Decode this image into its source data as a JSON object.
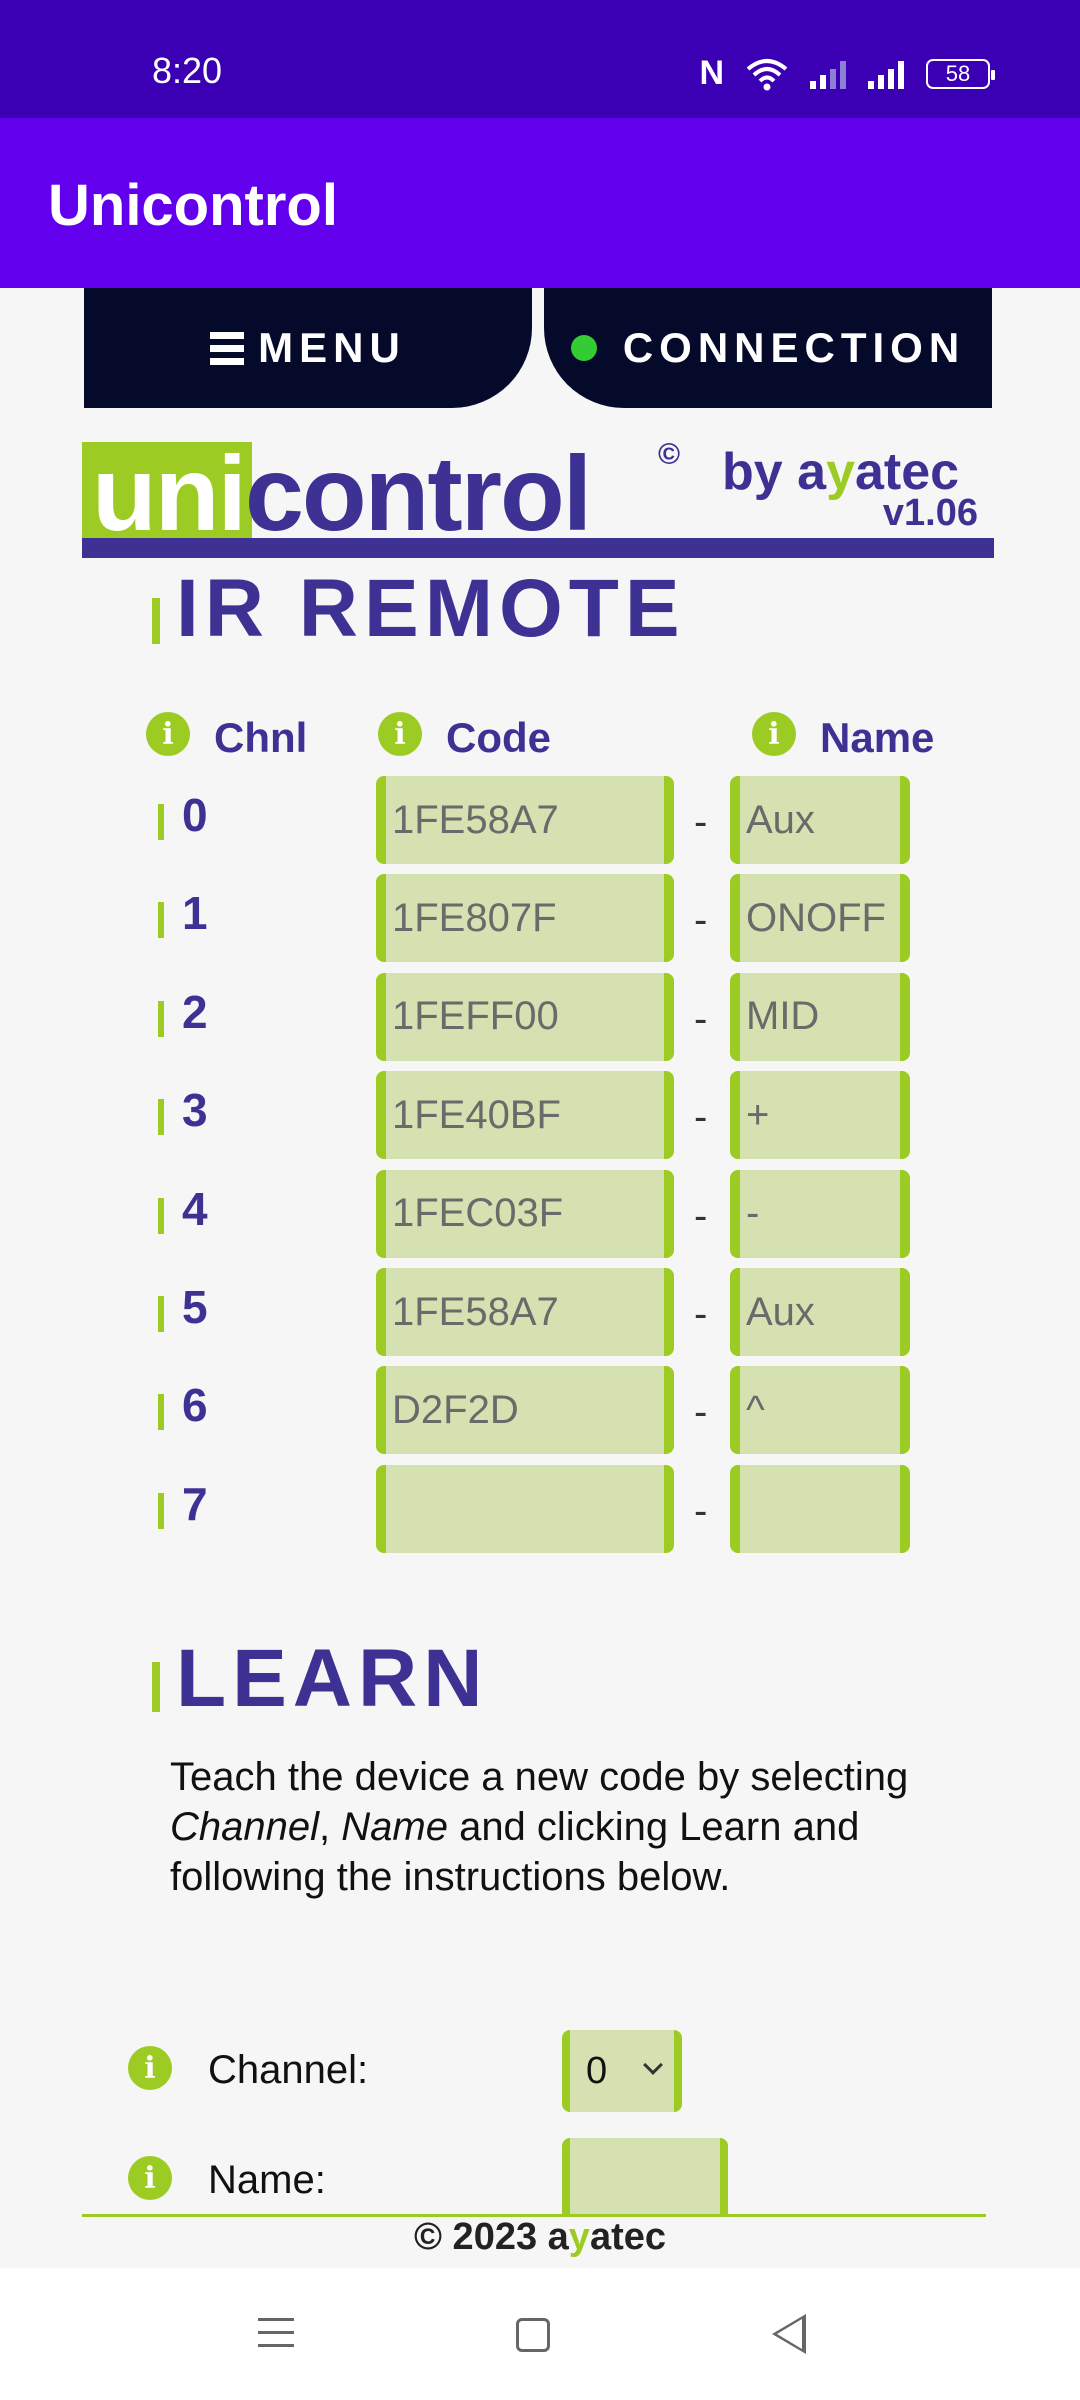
{
  "status_bar": {
    "time": "8:20",
    "battery": "58",
    "nfc_glyph": "N"
  },
  "app_bar": {
    "title": "Unicontrol"
  },
  "nav": {
    "menu_label": "MENU",
    "connection_label": "CONNECTION",
    "connection_status_color": "#33cc33"
  },
  "logo": {
    "word_uni": "uni",
    "word_control": "control",
    "copyright": "©",
    "by_prefix": "by a",
    "by_hl": "y",
    "by_suffix": "atec",
    "version": "v1.06"
  },
  "ir_remote": {
    "title": "IR REMOTE",
    "info_glyph": "i",
    "columns": {
      "channel": "Chnl",
      "code": "Code",
      "name": "Name"
    },
    "separator": "-",
    "rows": [
      {
        "channel": "0",
        "code": "1FE58A7",
        "name": "Aux"
      },
      {
        "channel": "1",
        "code": "1FE807F",
        "name": "ONOFF"
      },
      {
        "channel": "2",
        "code": "1FEFF00",
        "name": "MID"
      },
      {
        "channel": "3",
        "code": "1FE40BF",
        "name": "+"
      },
      {
        "channel": "4",
        "code": "1FEC03F",
        "name": "-"
      },
      {
        "channel": "5",
        "code": "1FE58A7",
        "name": "Aux"
      },
      {
        "channel": "6",
        "code": "D2F2D",
        "name": "^"
      },
      {
        "channel": "7",
        "code": "",
        "name": ""
      }
    ]
  },
  "learn": {
    "title": "LEARN",
    "text_1": "Teach the device a new code by selecting ",
    "text_channel": "Channel",
    "text_comma": ", ",
    "text_name": "Name",
    "text_2": " and clicking Learn and following the instructions below.",
    "channel_label": "Channel:",
    "channel_value": "0",
    "name_label": "Name:"
  },
  "footer": {
    "text_prefix": "© 2023 a",
    "text_hl": "y",
    "text_suffix": "atec"
  },
  "colors": {
    "status_bar": "#3b00b3",
    "app_bar": "#6200ee",
    "accent_green": "#9ccc24",
    "brand_indigo": "#3d3294",
    "nav_dark": "#050a2b",
    "field_bg": "#d6e1b2"
  }
}
